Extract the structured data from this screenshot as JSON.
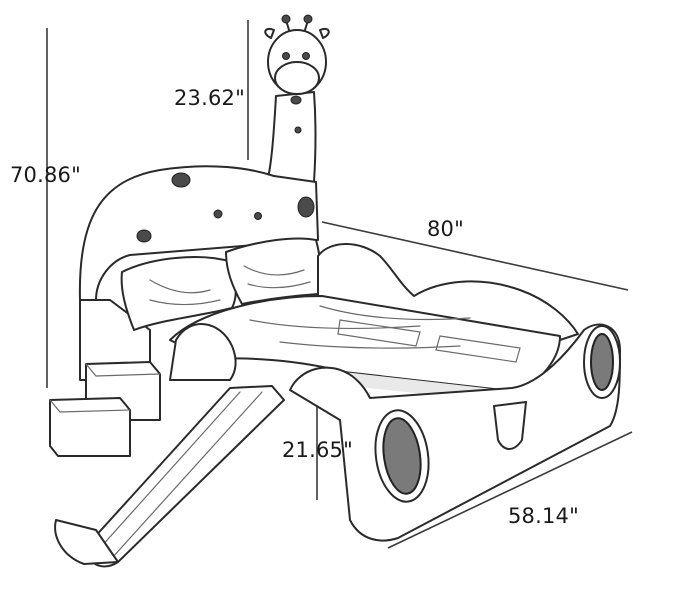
{
  "dimensions": {
    "total_height": "70.86\"",
    "neck_height": "23.62\"",
    "length": "80\"",
    "side_height": "21.65\"",
    "width": "58.14\""
  }
}
